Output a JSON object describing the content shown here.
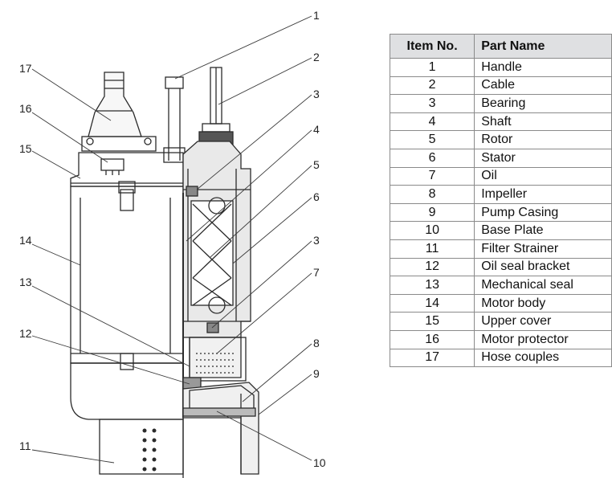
{
  "callouts": [
    "1",
    "2",
    "3",
    "4",
    "5",
    "6",
    "3",
    "7",
    "8",
    "9",
    "10",
    "11",
    "12",
    "13",
    "14",
    "15",
    "16",
    "17"
  ],
  "table": {
    "headers": {
      "item_no": "Item No.",
      "part_name": "Part Name"
    },
    "rows": [
      {
        "no": "1",
        "name": "Handle"
      },
      {
        "no": "2",
        "name": "Cable"
      },
      {
        "no": "3",
        "name": "Bearing"
      },
      {
        "no": "4",
        "name": "Shaft"
      },
      {
        "no": "5",
        "name": "Rotor"
      },
      {
        "no": "6",
        "name": "Stator"
      },
      {
        "no": "7",
        "name": "Oil"
      },
      {
        "no": "8",
        "name": "Impeller"
      },
      {
        "no": "9",
        "name": "Pump Casing"
      },
      {
        "no": "10",
        "name": "Base Plate"
      },
      {
        "no": "11",
        "name": "Filter Strainer"
      },
      {
        "no": "12",
        "name": "Oil seal bracket"
      },
      {
        "no": "13",
        "name": "Mechanical seal"
      },
      {
        "no": "14",
        "name": "Motor body"
      },
      {
        "no": "15",
        "name": "Upper cover"
      },
      {
        "no": "16",
        "name": "Motor protector"
      },
      {
        "no": "17",
        "name": "Hose couples"
      }
    ]
  }
}
